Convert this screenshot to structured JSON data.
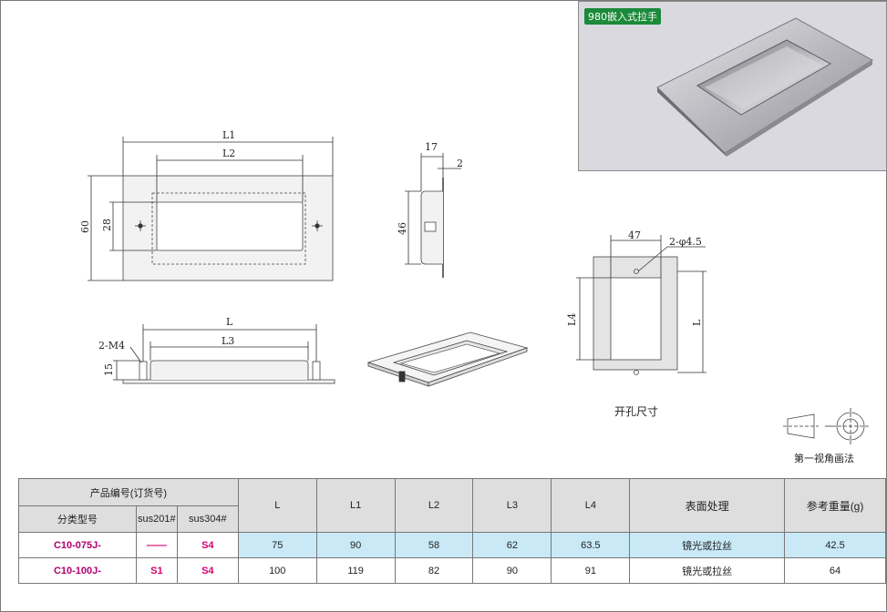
{
  "photo": {
    "label": "980嵌入式拉手"
  },
  "dimensions": {
    "L1": "L1",
    "L2": "L2",
    "h60": "60",
    "h28": "28",
    "s17": "17",
    "s2": "2",
    "s46": "46",
    "L": "L",
    "L3": "L3",
    "m4": "2-M4",
    "h15": "15",
    "c47": "47",
    "hole": "2-φ4.5",
    "L4": "L4",
    "Lv": "L"
  },
  "captions": {
    "cutout": "开孔尺寸",
    "projection": "第一视角画法"
  },
  "table": {
    "group_header": "产品编号(订货号)",
    "col_category": "分类型号",
    "col_sus201": "sus201#",
    "col_sus304": "sus304#",
    "columns": [
      "L",
      "L1",
      "L2",
      "L3",
      "L4",
      "表面处理",
      "参考重量(g)"
    ],
    "rows": [
      {
        "code": "C10-075J-",
        "sus201": "——",
        "sus304": "S4",
        "values": [
          "75",
          "90",
          "58",
          "62",
          "63.5",
          "镜光或拉丝",
          "42.5"
        ]
      },
      {
        "code": "C10-100J-",
        "sus201": "S1",
        "sus304": "S4",
        "values": [
          "100",
          "119",
          "82",
          "90",
          "91",
          "镜光或拉丝",
          "64"
        ]
      }
    ]
  },
  "colors": {
    "table_header": "#dedede",
    "table_values": "#c9e9f7",
    "code_text": "#b0006e",
    "label_green": "#1b8a3a"
  }
}
